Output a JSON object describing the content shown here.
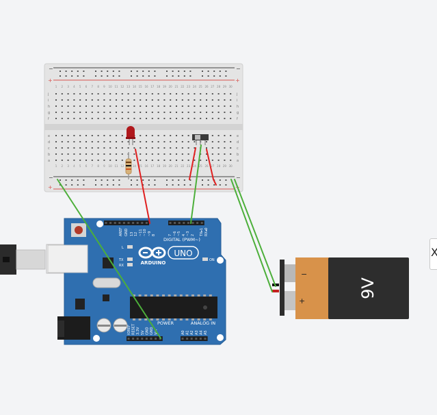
{
  "workspace": {
    "background": "#f3f4f6"
  },
  "breadboard": {
    "columns": 30,
    "rows_top": [
      "j",
      "i",
      "h",
      "g",
      "f"
    ],
    "rows_bottom": [
      "e",
      "d",
      "c",
      "b",
      "a"
    ],
    "rail_minus": "−",
    "rail_plus": "+",
    "colors": {
      "body": "#e4e4e4",
      "rail_red": "#d9534f",
      "rail_black": "#444444"
    }
  },
  "arduino": {
    "brand": "ARDUINO",
    "model": "UNO",
    "digital_label": "DIGITAL (PWM~)",
    "analog_label": "ANALOG IN",
    "power_label": "POWER",
    "on_label": "ON",
    "tx_label": "TX",
    "rx_label": "RX",
    "l_label": "L",
    "aref": "AREF",
    "gnd": "GND",
    "digital_pins": [
      "13",
      "12",
      "~11",
      "~10",
      "~9",
      "8",
      "7",
      "~6",
      "~5",
      "4",
      "~3",
      "2",
      "TX▸1",
      "RX◂0"
    ],
    "power_pins": [
      "IOREF",
      "RESET",
      "3.3V",
      "5V",
      "GND",
      "GND",
      "Vin"
    ],
    "analog_pins": [
      "A0",
      "A1",
      "A2",
      "A3",
      "A4",
      "A5"
    ],
    "colors": {
      "board": "#2f6fb0",
      "board_dark": "#255d96"
    }
  },
  "battery": {
    "label": "9V",
    "minus": "−",
    "plus": "+",
    "colors": {
      "body": "#2d2d2d",
      "band": "#d8924a"
    }
  },
  "led": {
    "color": "#b0181c"
  },
  "wires": {
    "red": "#e02020",
    "green": "#4caf3a"
  },
  "edge_button": {
    "label": "X"
  }
}
